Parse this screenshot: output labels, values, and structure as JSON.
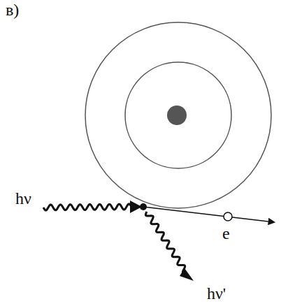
{
  "diagram": {
    "labels": [
      "в)",
      "hν",
      "e",
      "hν'"
    ]
  }
}
